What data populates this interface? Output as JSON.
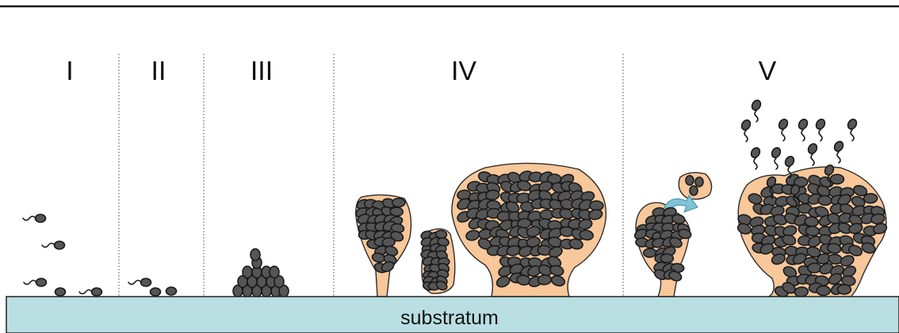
{
  "stages": [
    "I",
    "II",
    "III",
    "IV",
    "V"
  ],
  "substratum_label": "substratum",
  "colors": {
    "substratum": "#b9dfe3",
    "biofilm_matrix": "#f8c79a",
    "cell": "#555555",
    "outline": "#1a1a1a",
    "detachment_arrow": "#7ec3d6"
  }
}
